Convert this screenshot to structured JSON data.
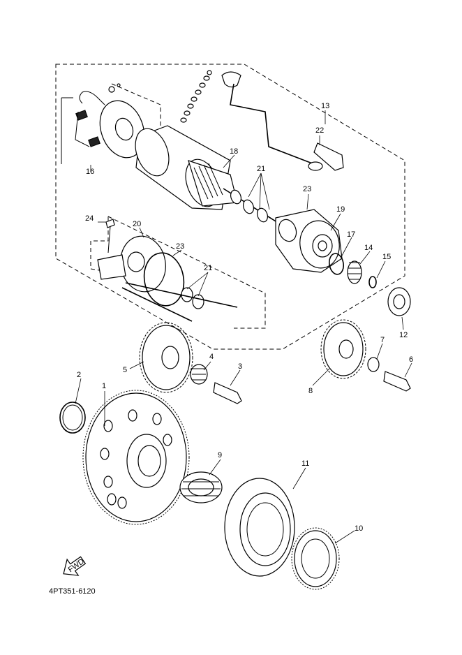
{
  "diagram": {
    "code": "4PT351-6120",
    "find_label": "FWD",
    "callouts": [
      "1",
      "2",
      "3",
      "4",
      "5",
      "6",
      "7",
      "8",
      "9",
      "10",
      "11",
      "12",
      "13",
      "14",
      "15",
      "16",
      "17",
      "18",
      "19",
      "20",
      "21",
      "21",
      "22",
      "23",
      "23",
      "24"
    ]
  }
}
